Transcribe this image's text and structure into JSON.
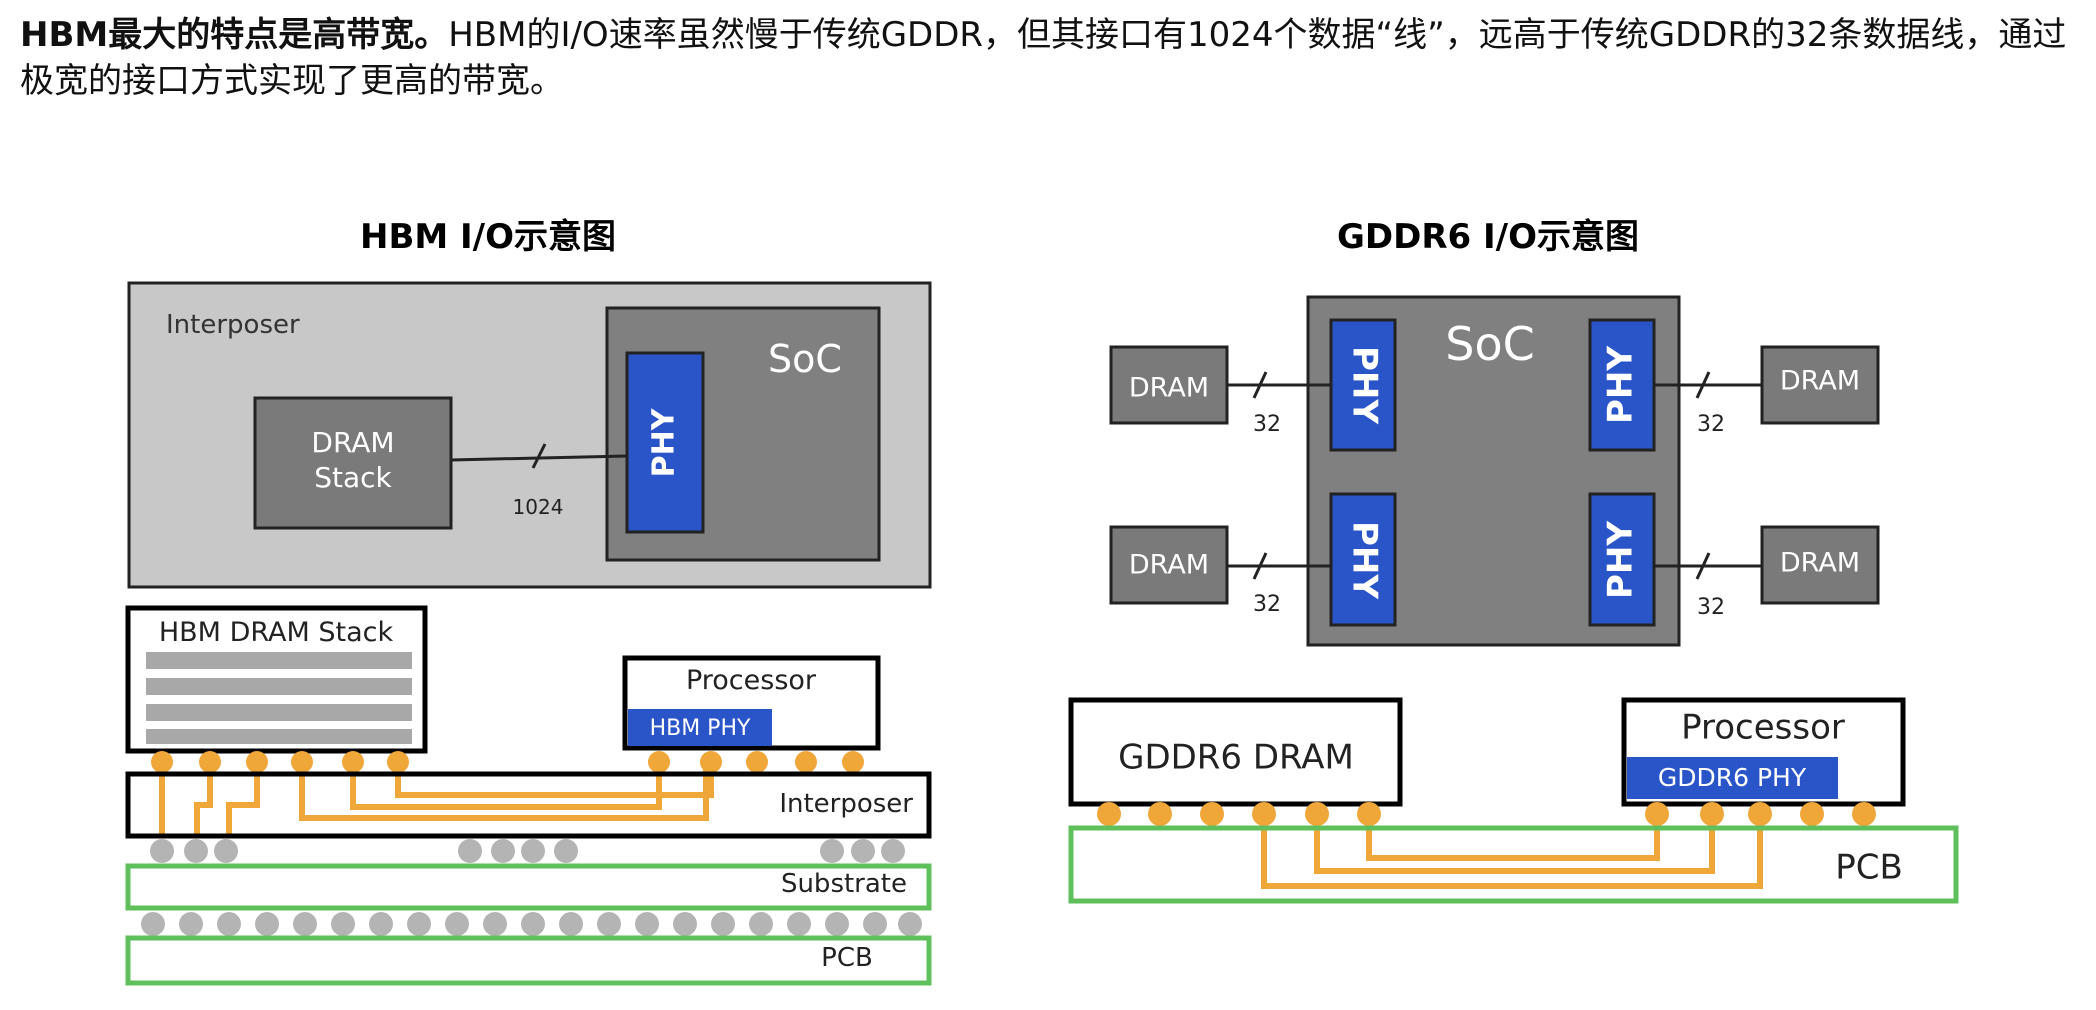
{
  "intro": {
    "bold_lead": "HBM最大的特点是高带宽。",
    "body": "HBM的I/O速率虽然慢于传统GDDR，但其接口有1024个数据“线”，远高于传统GDDR的32条数据线，通过极宽的接口方式实现了更高的带宽。"
  },
  "hbm_top": {
    "title": "HBM I/O示意图",
    "interposer_label": "Interposer",
    "soc_label": "SoC",
    "phy_label": "PHY",
    "dram_line1": "DRAM",
    "dram_line2": "Stack",
    "bus_width": "1024"
  },
  "hbm_bottom": {
    "stack_label": "HBM DRAM Stack",
    "processor_label": "Processor",
    "phy_label": "HBM PHY",
    "interposer_label": "Interposer",
    "substrate_label": "Substrate",
    "pcb_label": "PCB"
  },
  "gddr_top": {
    "title": "GDDR6 I/O示意图",
    "soc_label": "SoC",
    "phy_label": "PHY",
    "dram_label": "DRAM",
    "bus_width": "32"
  },
  "gddr_bottom": {
    "dram_label": "GDDR6 DRAM",
    "processor_label": "Processor",
    "phy_label": "GDDR6 PHY",
    "pcb_label": "PCB"
  },
  "colors": {
    "phy_blue": "#2a55c8",
    "soc_gray": "#808080",
    "dram_gray": "#7a7a7a",
    "interposer_gray": "#c8c8c8",
    "bump_orange": "#f0a73a",
    "bump_gray": "#b4b4b4",
    "pcb_green": "#5fbf5a"
  }
}
